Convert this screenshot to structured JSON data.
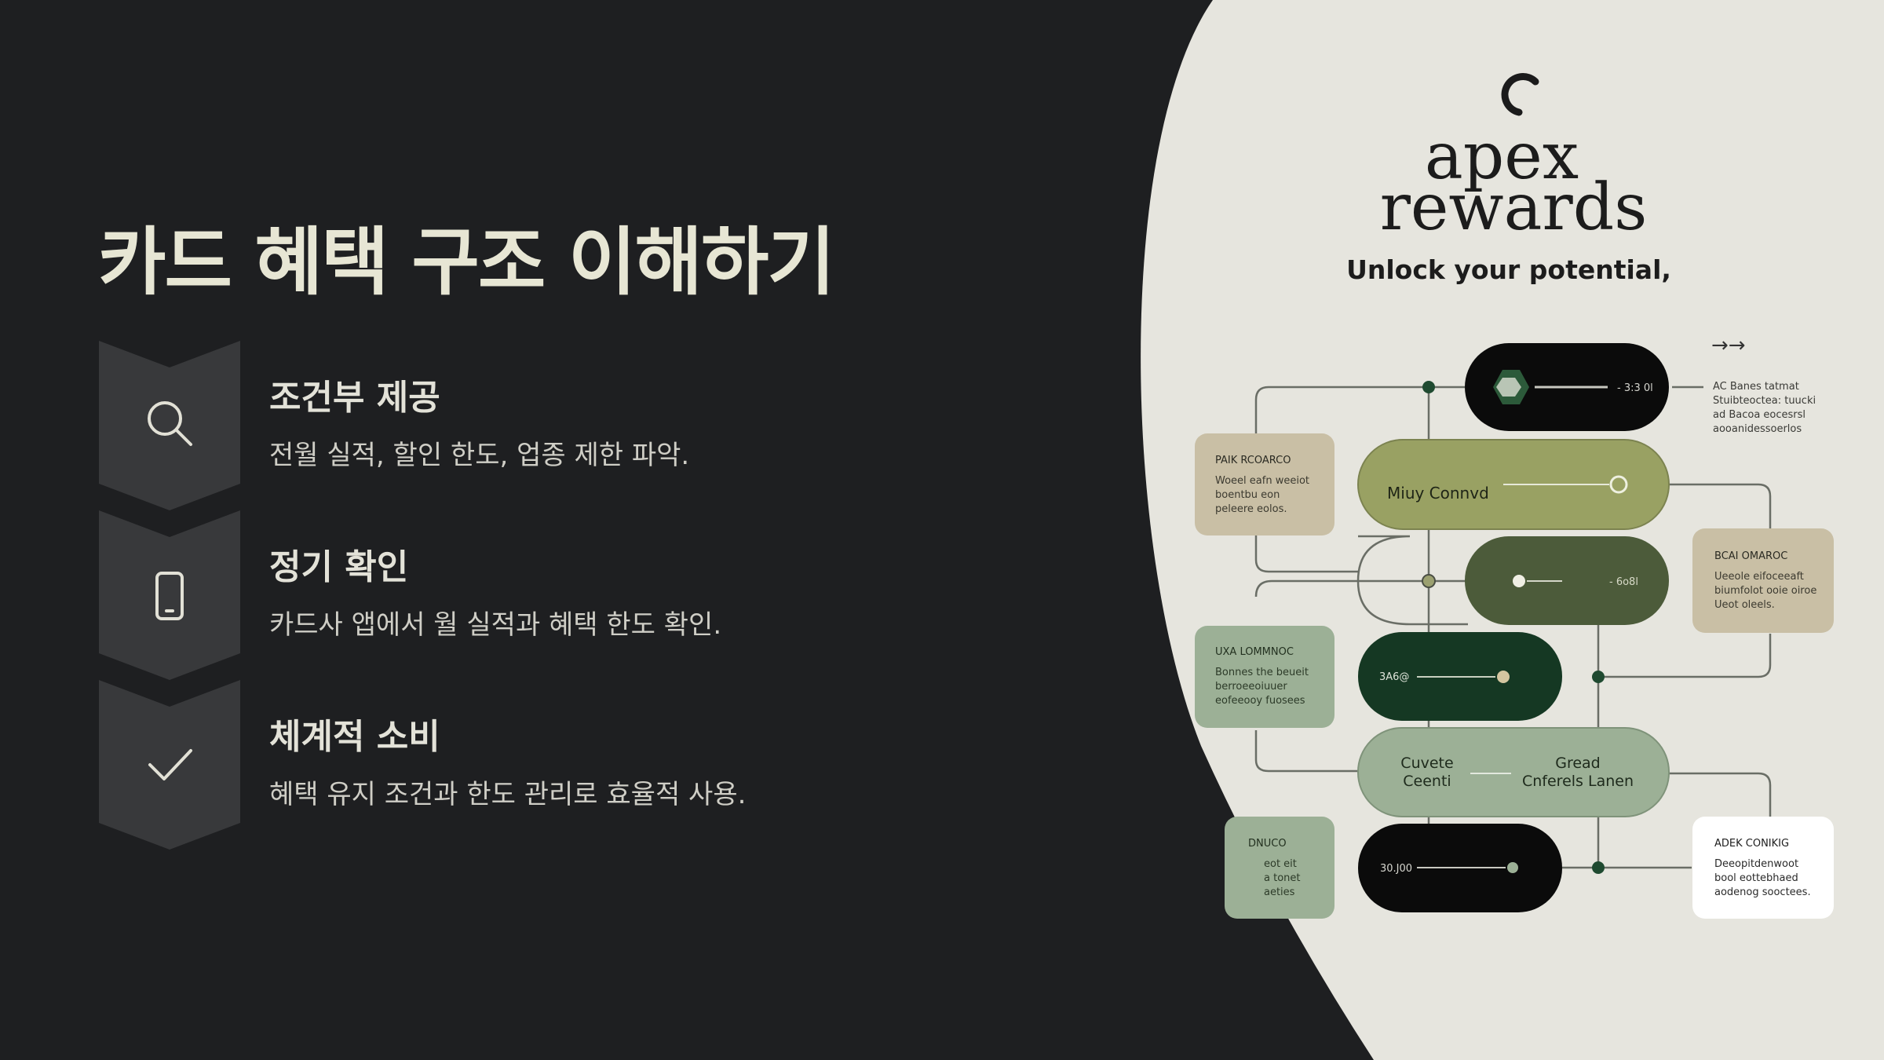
{
  "slide": {
    "title": "카드 혜택 구조 이해하기",
    "steps": [
      {
        "icon": "search-icon",
        "heading": "조건부 제공",
        "text": "전월 실적, 할인 한도, 업종 제한 파악."
      },
      {
        "icon": "smartphone-icon",
        "heading": "정기 확인",
        "text": "카드사 앱에서 월 실적과 혜택 한도 확인."
      },
      {
        "icon": "check-icon",
        "heading": "체계적 소비",
        "text": "혜택 유지 조건과 한도 관리로 효율적 사용."
      }
    ]
  },
  "illustration": {
    "brand_line1": "apex",
    "brand_line2": "rewards",
    "tagline": "Unlock your potential,",
    "pills": [
      {
        "label": "- 3:3 0l"
      },
      {
        "label": "Miuy Connvd"
      },
      {
        "label": "- 6o8l"
      },
      {
        "label": "3A6@"
      },
      {
        "left_line1": "Cuvete",
        "left_line2": "Ceenti",
        "right_line1": "Gread",
        "right_line2": "Cnferels Lanen"
      },
      {
        "label": "30.J00"
      }
    ],
    "cards": [
      {
        "title": "PAIK RCOARCO",
        "lines": [
          "Woeel eafn weeiot",
          "boentbu eon",
          "peleere eolos."
        ]
      },
      {
        "title": "BCAI OMAROC",
        "lines": [
          "Ueeole eifoceeaft",
          "biumfolot ooie oiroe",
          "Ueot oleels."
        ]
      },
      {
        "title": "UXA LOMMNOC",
        "lines": [
          "Bonnes the beueit",
          "berroeeoiuuer",
          "eofeeooy fuosees"
        ]
      },
      {
        "title": "DNUCO",
        "lines": [
          "eot eit",
          "a tonet",
          "aeties"
        ]
      },
      {
        "title": "ADEK CONIKIG",
        "lines": [
          "Deeopitdenwoot",
          "bool eottebhaed",
          "aodenog sooctees."
        ]
      }
    ],
    "note_arrow": "→→",
    "note_lines": [
      "AC Banes tatmat",
      "Stuibteoctea: tuucki",
      "ad Bacoa eocesrsl",
      "aooanidessoerlos"
    ],
    "colors": {
      "background": "#1e1f21",
      "panel": "#e6e5de",
      "olive": "#99a163",
      "dark_green": "#4c5b3a",
      "forest": "#153823",
      "sage": "#9cb096",
      "tan": "#c9bfa5"
    }
  }
}
